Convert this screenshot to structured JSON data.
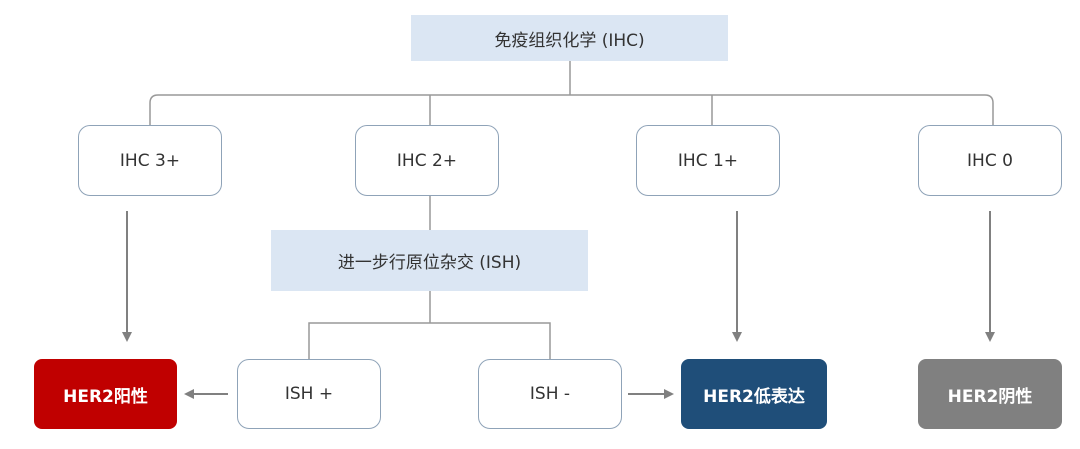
{
  "nodes": {
    "root": "免疫组织化学 (IHC)",
    "ihc3": "IHC 3+",
    "ihc2": "IHC 2+",
    "ihc1": "IHC 1+",
    "ihc0": "IHC 0",
    "ish_step": "进一步行原位杂交 (ISH)",
    "ish_pos": "ISH +",
    "ish_neg": "ISH -",
    "her2_positive": "HER2阳性",
    "her2_low": "HER2低表达",
    "her2_negative": "HER2阴性"
  },
  "colors": {
    "shaded_fill": "#dbe6f3",
    "positive": "#c00000",
    "low": "#1f4e79",
    "negative": "#808080",
    "line": "#808080"
  }
}
